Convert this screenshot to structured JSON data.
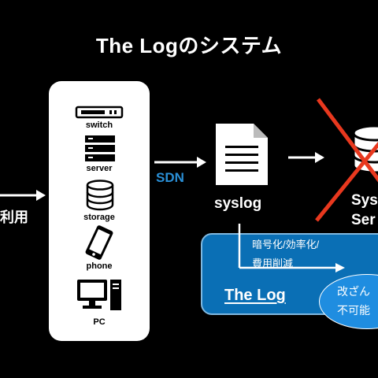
{
  "title": "The Logのシステム",
  "left_label": "利用",
  "devices": [
    {
      "label": "switch",
      "icon": "switch-icon"
    },
    {
      "label": "server",
      "icon": "server-icon"
    },
    {
      "label": "storage",
      "icon": "database-icon"
    },
    {
      "label": "phone",
      "icon": "phone-icon"
    },
    {
      "label": "PC",
      "icon": "pc-icon"
    }
  ],
  "sdn_label": "SDN",
  "syslog_label": "syslog",
  "syslog_server": {
    "line1": "Sys",
    "line2": "Ser"
  },
  "note": {
    "line1": "暗号化/効率化/",
    "line2": "費用削減"
  },
  "thelog_label": "The Log",
  "bubble": {
    "line1": "改ざん",
    "line2": "不可能"
  },
  "colors": {
    "background": "#000000",
    "accent_blue": "#2a8fd6",
    "box_blue": "#0a6fb5",
    "cross_red": "#e8381e"
  }
}
